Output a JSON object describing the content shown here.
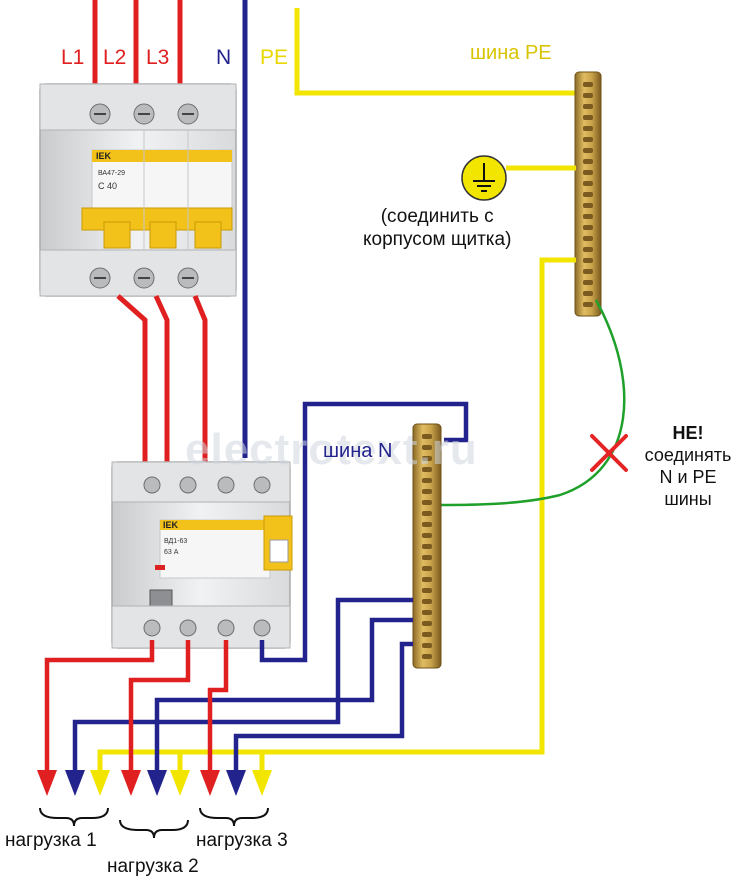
{
  "phase_labels": [
    "L1",
    "L2",
    "L3"
  ],
  "neutral_label": "N",
  "pe_label": "PE",
  "pe_bus_label": "шина PE",
  "n_bus_label": "шина N",
  "ground_note": [
    "(соединить с",
    "корпусом щитка)"
  ],
  "warning": {
    "title": "НЕ!",
    "lines": [
      "соединять",
      "N и PE",
      "шины"
    ]
  },
  "loads": [
    "нагрузка 1",
    "нагрузка 2",
    "нагрузка 3"
  ],
  "watermark": "electrotext.ru",
  "breaker": {
    "brand": "IEK",
    "model": "ВА47-29",
    "rating": "C 40"
  },
  "rcd": {
    "brand": "IEK",
    "model": "ВД1-63",
    "rating": "63 А"
  },
  "colors": {
    "phase": "#e02020",
    "neutral": "#23238e",
    "pe": "#f2e600",
    "green": "#1fa02a",
    "brass": "#c9a24a",
    "cross": "#e52525"
  }
}
